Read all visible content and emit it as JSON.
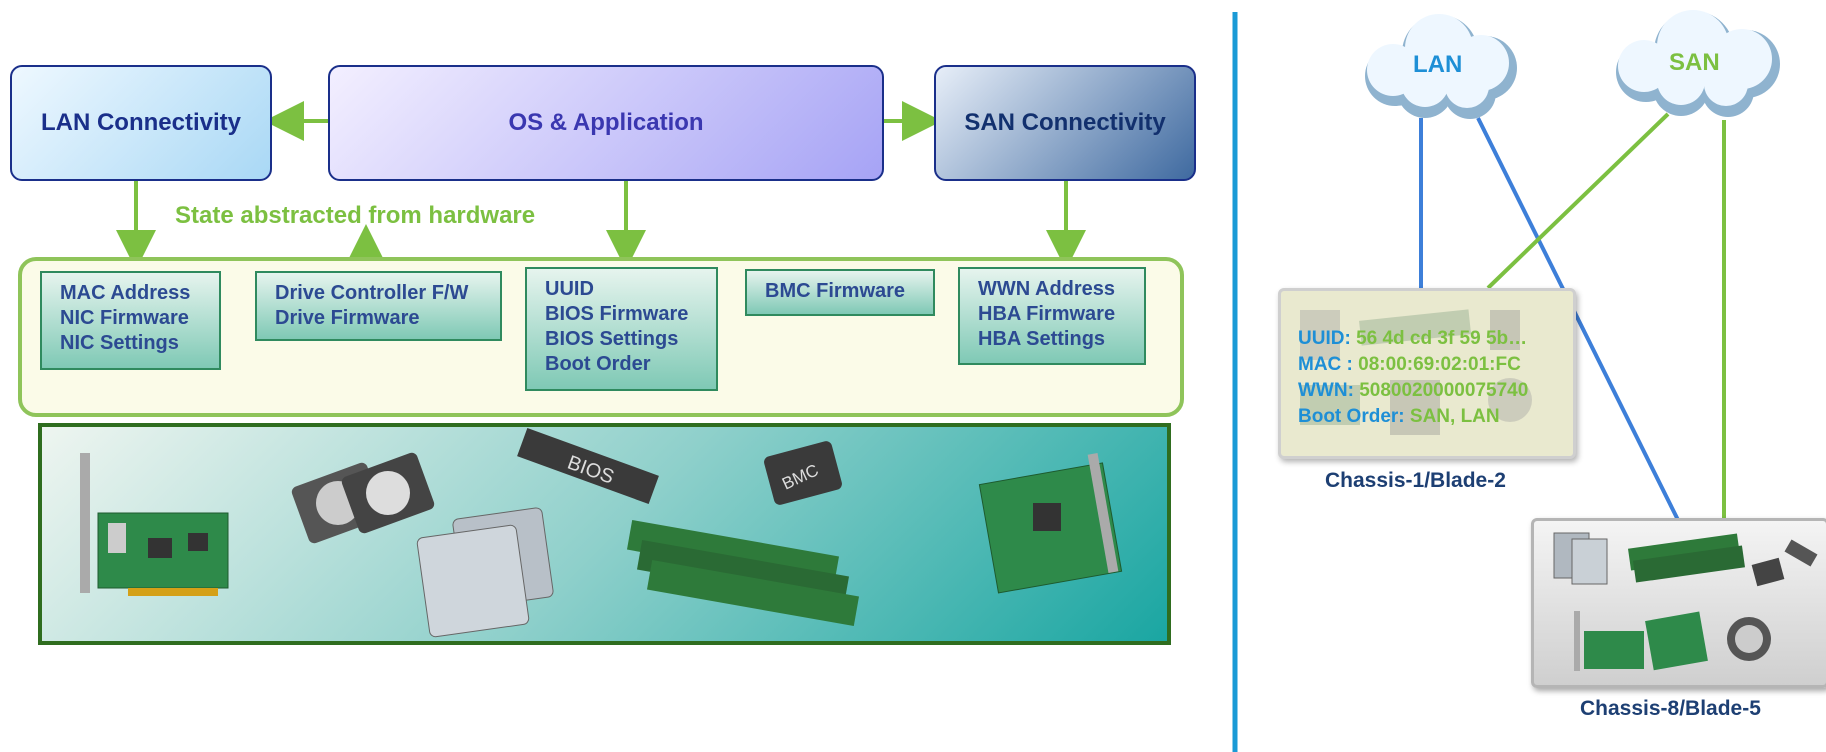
{
  "top_boxes": {
    "lan": "LAN Connectivity",
    "os": "OS & Application",
    "san": "SAN Connectivity"
  },
  "abstraction_label": "State abstracted from hardware",
  "state_boxes": [
    {
      "lines": [
        "MAC Address",
        "NIC Firmware",
        "NIC Settings"
      ]
    },
    {
      "lines": [
        "Drive Controller F/W",
        "Drive Firmware"
      ]
    },
    {
      "lines": [
        "UUID",
        "BIOS Firmware",
        "BIOS Settings",
        "Boot Order"
      ]
    },
    {
      "lines": [
        "BMC Firmware"
      ]
    },
    {
      "lines": [
        "WWN Address",
        "HBA Firmware",
        "HBA Settings"
      ]
    }
  ],
  "chip_labels": {
    "bios": "BIOS",
    "bmc": "BMC"
  },
  "clouds": {
    "lan": "LAN",
    "san": "SAN"
  },
  "blade_profile": {
    "uuid_key": "UUID:",
    "uuid_val": "56 4d cd 3f 59 5b…",
    "mac_key": "MAC :",
    "mac_val": "08:00:69:02:01:FC",
    "wwn_key": "WWN:",
    "wwn_val": "5080020000075740",
    "boot_key": "Boot Order:",
    "boot_val": "SAN, LAN"
  },
  "captions": {
    "blade1": "Chassis-1/Blade-2",
    "blade2": "Chassis-8/Blade-5"
  },
  "colors": {
    "lan_link": "#3d7fd9",
    "san_link": "#7cc041",
    "divider": "#1a9ad6",
    "hw_border": "#2f6d1f"
  }
}
